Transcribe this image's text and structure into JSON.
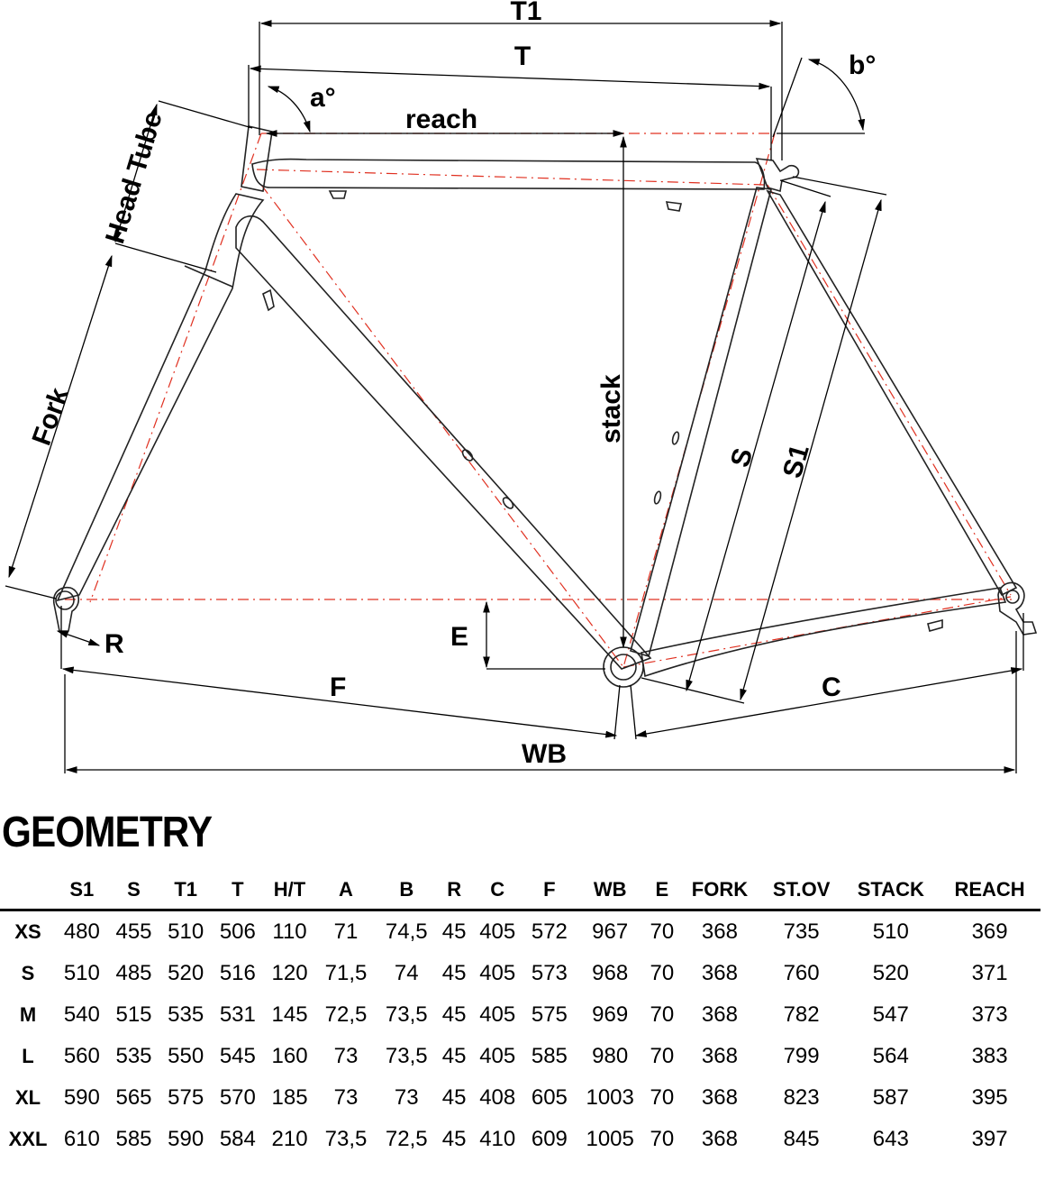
{
  "diagram": {
    "labels": {
      "t1": "T1",
      "t": "T",
      "a": "a°",
      "b": "b°",
      "reach": "reach",
      "head_tube": "Head Tube",
      "fork": "Fork",
      "stack": "stack",
      "s": "S",
      "s1": "S1",
      "r": "R",
      "e": "E",
      "f": "F",
      "c": "C",
      "wb": "WB"
    }
  },
  "geometry": {
    "title": "GEOMETRY",
    "headers": [
      "",
      "S1",
      "S",
      "T1",
      "T",
      "H/T",
      "A",
      "B",
      "R",
      "C",
      "F",
      "WB",
      "E",
      "FORK",
      "ST.OV",
      "STACK",
      "REACH"
    ],
    "rows": [
      [
        "XS",
        "480",
        "455",
        "510",
        "506",
        "110",
        "71",
        "74,5",
        "45",
        "405",
        "572",
        "967",
        "70",
        "368",
        "735",
        "510",
        "369"
      ],
      [
        "S",
        "510",
        "485",
        "520",
        "516",
        "120",
        "71,5",
        "74",
        "45",
        "405",
        "573",
        "968",
        "70",
        "368",
        "760",
        "520",
        "371"
      ],
      [
        "M",
        "540",
        "515",
        "535",
        "531",
        "145",
        "72,5",
        "73,5",
        "45",
        "405",
        "575",
        "969",
        "70",
        "368",
        "782",
        "547",
        "373"
      ],
      [
        "L",
        "560",
        "535",
        "550",
        "545",
        "160",
        "73",
        "73,5",
        "45",
        "405",
        "585",
        "980",
        "70",
        "368",
        "799",
        "564",
        "383"
      ],
      [
        "XL",
        "590",
        "565",
        "575",
        "570",
        "185",
        "73",
        "73",
        "45",
        "408",
        "605",
        "1003",
        "70",
        "368",
        "823",
        "587",
        "395"
      ],
      [
        "XXL",
        "610",
        "585",
        "590",
        "584",
        "210",
        "73,5",
        "72,5",
        "45",
        "410",
        "609",
        "1005",
        "70",
        "368",
        "845",
        "643",
        "397"
      ]
    ]
  }
}
